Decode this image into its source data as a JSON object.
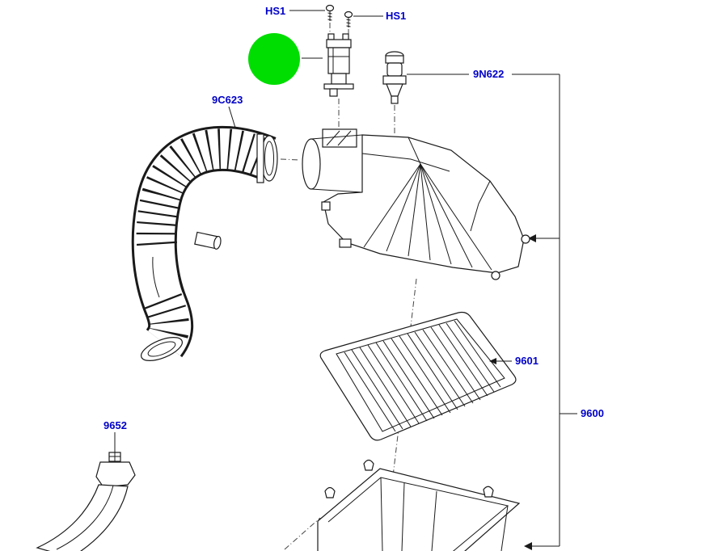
{
  "diagram": {
    "type": "exploded-parts-diagram",
    "subject": "air-cleaner-assembly",
    "labels": {
      "hs1_left": "HS1",
      "hs1_right": "HS1",
      "sensor": "9N622",
      "intake_hose": "9C623",
      "filter_element": "9601",
      "assembly": "9600",
      "bracket": "9652"
    },
    "colors": {
      "background": "#ffffff",
      "line": "#1a1a1a",
      "label_text": "#0000c8",
      "highlight": "#00dd00"
    },
    "highlight_marker": {
      "shape": "circle",
      "meaning": "selected-part-callout"
    }
  }
}
